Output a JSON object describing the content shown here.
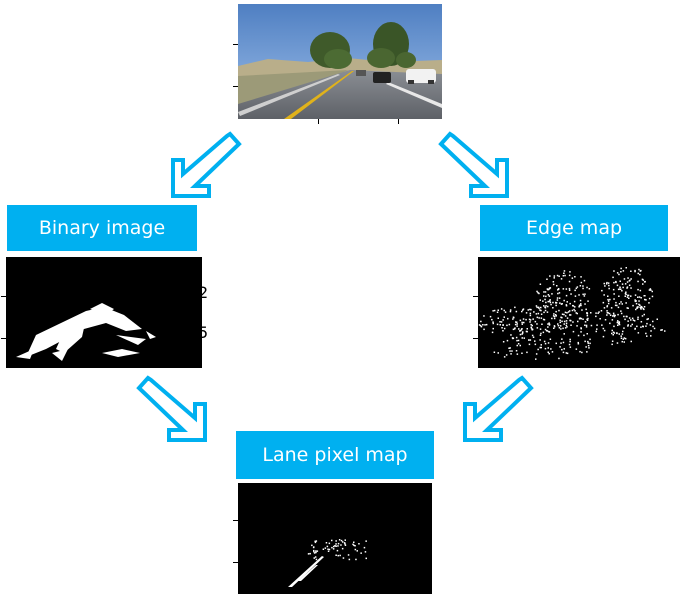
{
  "labels": {
    "binary": "Binary image",
    "edge": "Edge map",
    "lane": "Lane pixel map"
  },
  "colors": {
    "accent": "#00b0f0",
    "label_text": "#ffffff",
    "panel_bg": "#000000"
  },
  "icons": [
    "arrow-down-left-icon",
    "arrow-down-right-icon"
  ]
}
